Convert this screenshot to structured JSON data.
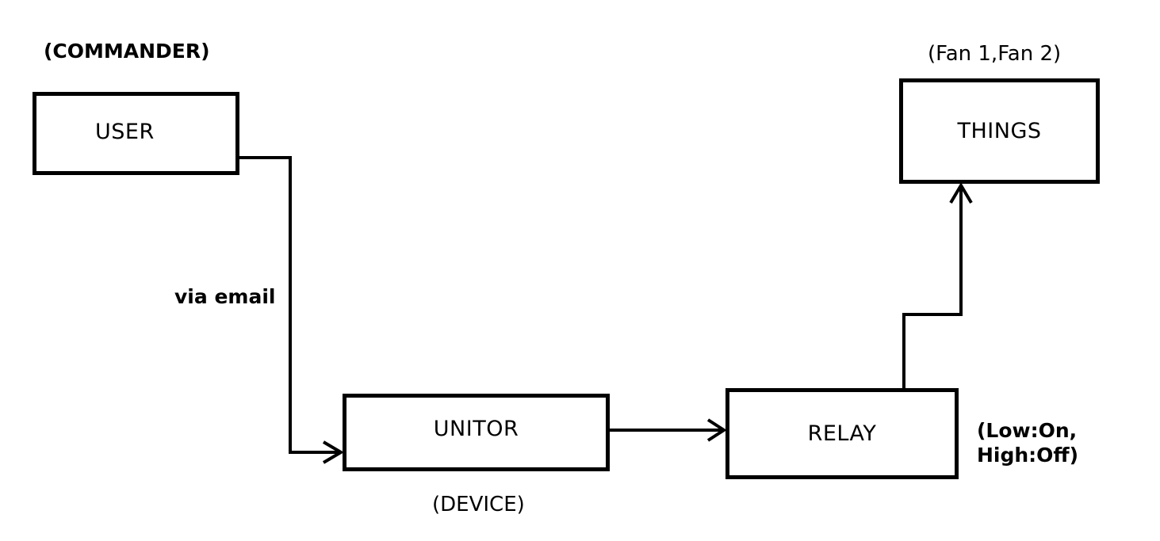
{
  "nodes": {
    "user": {
      "label": "USER",
      "note": "(COMMANDER)"
    },
    "things": {
      "label": "THINGS",
      "note": "(Fan 1,Fan 2)"
    },
    "unitor": {
      "label": "UNITOR",
      "note": "(DEVICE)"
    },
    "relay": {
      "label": "RELAY",
      "note_line1": "(Low:On,",
      "note_line2": "High:Off)"
    }
  },
  "edges": [
    {
      "from": "USER",
      "to": "UNITOR",
      "label": "via email"
    },
    {
      "from": "UNITOR",
      "to": "RELAY",
      "label": ""
    },
    {
      "from": "RELAY",
      "to": "THINGS",
      "label": ""
    }
  ],
  "colors": {
    "line": "#000000",
    "background": "#ffffff"
  }
}
